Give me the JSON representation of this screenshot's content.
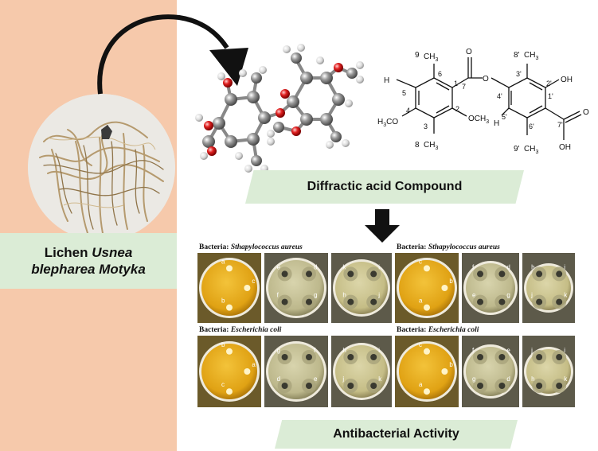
{
  "lichen": {
    "name_prefix": "Lichen",
    "name_italic_1": "Usnea",
    "name_italic_2": "blepharea Motyka"
  },
  "compound": {
    "label": "Diffractic acid Compound",
    "atoms": {
      "c9": "9",
      "ch3_9": "CH3",
      "c6": "6",
      "h5": "H",
      "c5": "5",
      "c1": "1",
      "c7": "7",
      "o_carb": "O",
      "o_ester": "O",
      "c2": "2",
      "och3_2": "OCH3",
      "c4": "4",
      "h3co": "H3CO",
      "c3": "3",
      "c8": "8",
      "ch3_8": "CH3",
      "c8p": "8'",
      "ch3_8p": "CH3",
      "c3p": "3'",
      "oh": "OH",
      "c2p": "2'",
      "c4p": "4'",
      "c1p": "1'",
      "c5p": "5'",
      "h5p": "H",
      "c6p": "6'",
      "c7p": "7'",
      "o_acid": "O",
      "c9p": "9'",
      "ch3_9p": "CH3",
      "oh_acid": "OH"
    }
  },
  "activity": {
    "label": "Antibacterial Activity",
    "bacteria_prefix": "Bacteria:",
    "panels": [
      {
        "organism": "Sthapylococcus aureus",
        "plates": [
          [
            "a",
            "b",
            "c"
          ],
          [
            "e",
            "d",
            "f",
            "g"
          ],
          [
            "k",
            "i",
            "h",
            "j"
          ]
        ]
      },
      {
        "organism": "Escherichia coli",
        "plates": [
          [
            "b",
            "c",
            "a"
          ],
          [
            "g",
            "f",
            "d",
            "e"
          ],
          [
            "h",
            "i",
            "j",
            "k"
          ]
        ]
      },
      {
        "organism": "Sthapylococcus aureus",
        "plates": [
          [
            "c",
            "a",
            "b"
          ],
          [
            "f",
            "d",
            "e",
            "g"
          ],
          [
            "h",
            "i",
            "j",
            "k"
          ]
        ]
      },
      {
        "organism": "Escherichia coli",
        "plates": [
          [
            "c",
            "a",
            "b"
          ],
          [
            "f",
            "e",
            "g",
            "d"
          ],
          [
            "j",
            "i",
            "h",
            "k"
          ]
        ]
      }
    ]
  },
  "colors": {
    "left_panel": "#f6c9ab",
    "label_box": "#dbecd6",
    "agar_yellow": "#e3a81a",
    "agar_grey": "#c7c39a"
  }
}
